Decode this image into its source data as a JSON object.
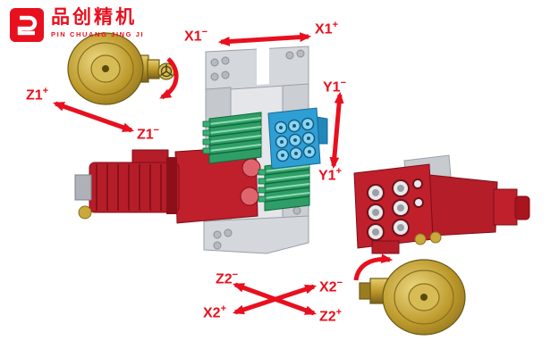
{
  "page": {
    "background": "#ffffff"
  },
  "logo": {
    "brand_cn": "品创精机",
    "brand_en": "PIN CHUANG JING JI"
  },
  "labels": {
    "x1_minus": {
      "base": "X1",
      "sign": "−"
    },
    "x1_plus": {
      "base": "X1",
      "sign": "+"
    },
    "y1_minus": {
      "base": "Y1",
      "sign": "−"
    },
    "y1_plus": {
      "base": "Y1",
      "sign": "+"
    },
    "z1_plus": {
      "base": "Z1",
      "sign": "+"
    },
    "z1_minus": {
      "base": "Z1",
      "sign": "−"
    },
    "z2_minus": {
      "base": "Z2",
      "sign": "−"
    },
    "x2_minus": {
      "base": "X2",
      "sign": "−"
    },
    "x2_plus": {
      "base": "X2",
      "sign": "+"
    },
    "z2_plus": {
      "base": "Z2",
      "sign": "+"
    }
  },
  "colors": {
    "accent_red": "#e8101e",
    "machine_gray": "#d2d5d9",
    "tool_green": "#2f9e66",
    "tool_blue": "#2e9fd4",
    "motor_red": "#c01f2c",
    "chuck_gold": "#c9a93b"
  }
}
